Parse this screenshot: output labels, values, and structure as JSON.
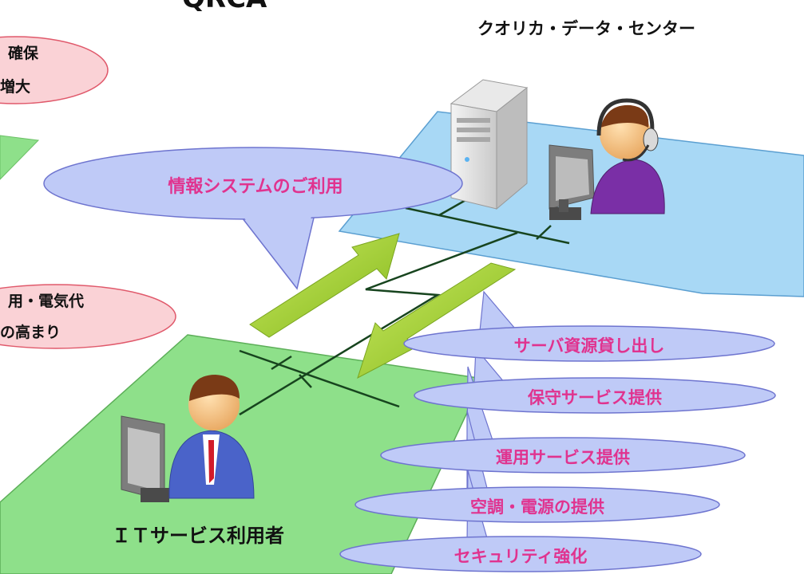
{
  "diagram": {
    "title_fragment": "QRCA",
    "datacenter_title": "クオリカ・データ・センター",
    "user_label": "ＩＴサービス利用者",
    "request_bubble": "情報システムのご利用",
    "left_notes": {
      "top_line1": "確保",
      "top_line2": "増大",
      "bottom_line1": "用・電気代",
      "bottom_line2": "の高まり"
    },
    "services": [
      "サーバ資源貸し出し",
      "保守サービス提供",
      "運用サービス提供",
      "空調・電源の提供",
      "セキュリティ強化"
    ],
    "colors": {
      "datacenter_floor": "#a8d8f5",
      "user_floor": "#8ee08a",
      "bubble_fill": "#bfcaf7",
      "pink_bubble": "#fad2d6",
      "arrow": "#9ccc2a",
      "text_magenta": "#e0338f"
    }
  }
}
